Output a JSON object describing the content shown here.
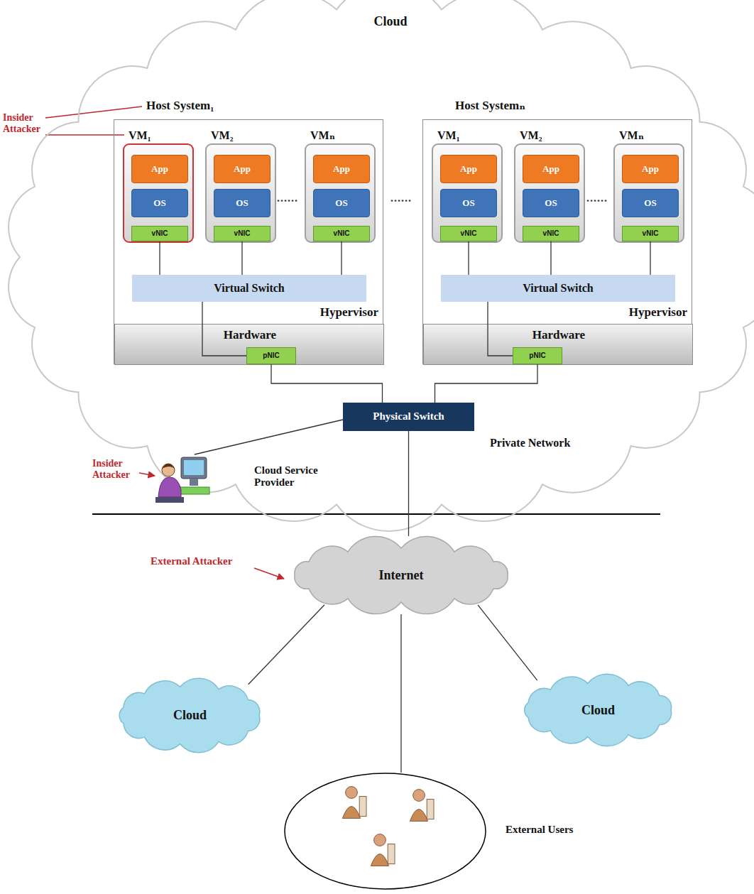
{
  "diagram": {
    "nodes": [
      {
        "text": [
          "Cloud"
        ]
      },
      {
        "text": [
          "Host System₁",
          "Hypervisor"
        ],
        "in": 0
      },
      {
        "text": [
          "VM₁"
        ],
        "in": 1
      },
      {
        "text": [
          "App"
        ],
        "in": 2
      },
      {
        "text": [
          "OS"
        ],
        "in": 2
      },
      {
        "text": [
          "vNIC"
        ],
        "in": 2
      },
      {
        "text": [
          "VM₂"
        ],
        "in": 1
      },
      {
        "text": [
          "App"
        ],
        "in": 6
      },
      {
        "text": [
          "OS"
        ],
        "in": 6
      },
      {
        "text": [
          "vNIC"
        ],
        "in": 6
      },
      {
        "text": [
          "VMₙ"
        ],
        "in": 1
      },
      {
        "text": [
          "App"
        ],
        "in": 10
      },
      {
        "text": [
          "OS"
        ],
        "in": 10
      },
      {
        "text": [
          "vNIC"
        ],
        "in": 10
      },
      {
        "text": [
          "Virtual Switch"
        ],
        "in": 1
      },
      {
        "text": [
          "Hardware"
        ],
        "in": 1
      },
      {
        "text": [
          "pNIC"
        ],
        "in": 15
      },
      {
        "text": [
          "Host Systemₙ",
          "Hypervisor"
        ],
        "in": 0
      },
      {
        "text": [
          "VM₁"
        ],
        "in": 17
      },
      {
        "text": [
          "App"
        ],
        "in": 18
      },
      {
        "text": [
          "OS"
        ],
        "in": 18
      },
      {
        "text": [
          "vNIC"
        ],
        "in": 18
      },
      {
        "text": [
          "VM₂"
        ],
        "in": 17
      },
      {
        "text": [
          "App"
        ],
        "in": 22
      },
      {
        "text": [
          "OS"
        ],
        "in": 22
      },
      {
        "text": [
          "vNIC"
        ],
        "in": 22
      },
      {
        "text": [
          "VMₙ"
        ],
        "in": 17
      },
      {
        "text": [
          "App"
        ],
        "in": 26
      },
      {
        "text": [
          "OS"
        ],
        "in": 26
      },
      {
        "text": [
          "vNIC"
        ],
        "in": 26
      },
      {
        "text": [
          "Virtual Switch"
        ],
        "in": 17
      },
      {
        "text": [
          "Hardware"
        ],
        "in": 17
      },
      {
        "text": [
          "pNIC"
        ],
        "in": 31
      },
      {
        "text": [
          "Physical Switch"
        ]
      },
      {
        "text": [
          "Cloud Service Provider"
        ]
      },
      {
        "text": [
          "Internet"
        ]
      },
      {
        "text": [
          "Cloud"
        ]
      },
      {
        "text": [
          "Cloud"
        ]
      },
      {
        "text": [
          "External Users"
        ]
      }
    ],
    "edges": [
      {
        "from": 5,
        "to": 14,
        "arrow": "none"
      },
      {
        "from": 9,
        "to": 14,
        "arrow": "none"
      },
      {
        "from": 13,
        "to": 14,
        "arrow": "none"
      },
      {
        "from": 21,
        "to": 30,
        "arrow": "none"
      },
      {
        "from": 25,
        "to": 30,
        "arrow": "none"
      },
      {
        "from": 29,
        "to": 30,
        "arrow": "none"
      },
      {
        "from": 14,
        "to": 16,
        "arrow": "none"
      },
      {
        "from": 30,
        "to": 32,
        "arrow": "none"
      },
      {
        "from": 16,
        "to": 33,
        "arrow": "none"
      },
      {
        "from": 32,
        "to": 33,
        "arrow": "none"
      },
      {
        "from": 34,
        "to": 33,
        "arrow": "none"
      },
      {
        "from": 33,
        "to": 35,
        "arrow": "none"
      },
      {
        "from": 35,
        "to": 36,
        "arrow": "none"
      },
      {
        "from": 35,
        "to": 37,
        "arrow": "none"
      },
      {
        "from": 35,
        "to": 38,
        "arrow": "none"
      }
    ],
    "labels": [
      "Insider Attacker",
      "Insider Attacker",
      "External Attacker",
      "Private Network",
      "......",
      "......",
      "......"
    ]
  }
}
